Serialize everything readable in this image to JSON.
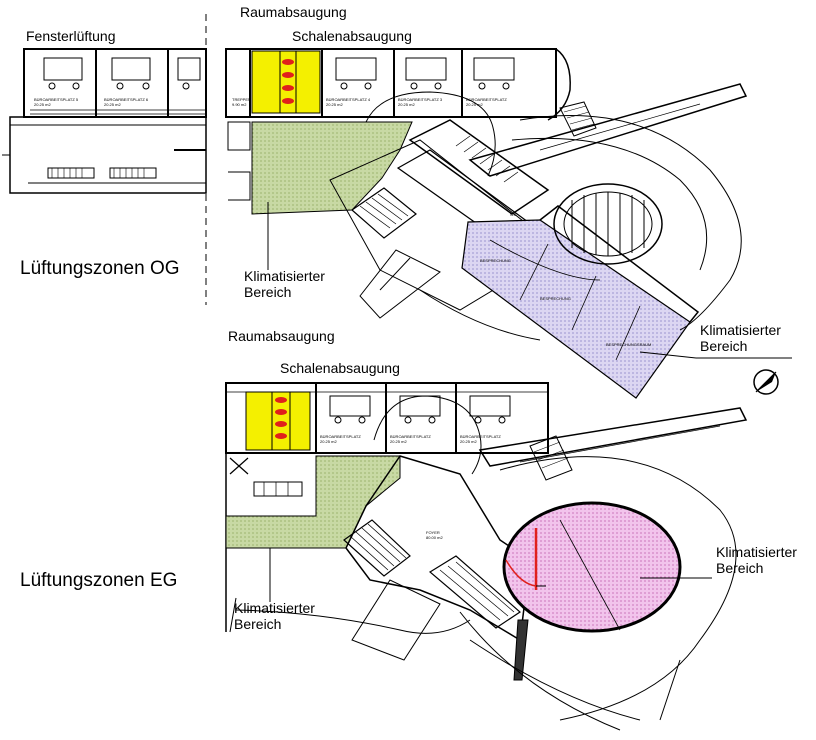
{
  "labels": {
    "fensterlueftung": "Fensterlüftung",
    "raumabsaugung_og": "Raumabsaugung",
    "schalenabsaugung_og": "Schalenabsaugung",
    "lueftungszonen_og": "Lüftungszonen OG",
    "klimatisiert_og_left_1": "Klimatisierter",
    "klimatisiert_og_left_2": "Bereich",
    "klimatisiert_og_right_1": "Klimatisierter",
    "klimatisiert_og_right_2": "Bereich",
    "raumabsaugung_eg": "Raumabsaugung",
    "schalenabsaugung_eg": "Schalenabsaugung",
    "lueftungszonen_eg": "Lüftungszonen EG",
    "klimatisiert_eg_right_1": "Klimatisierter",
    "klimatisiert_eg_right_2": "Bereich",
    "klimatisiert_eg_left_1": "Klimatisierter",
    "klimatisiert_eg_left_2": "Bereich"
  },
  "colors": {
    "line": "#000000",
    "yellow_zone": "#f4f000",
    "green_zone": "#c8d9a4",
    "lavender_zone": "#d9d2f0",
    "pink_zone": "#f2c4ec",
    "red_marker": "#e0201c",
    "grey_detail": "#666666"
  }
}
